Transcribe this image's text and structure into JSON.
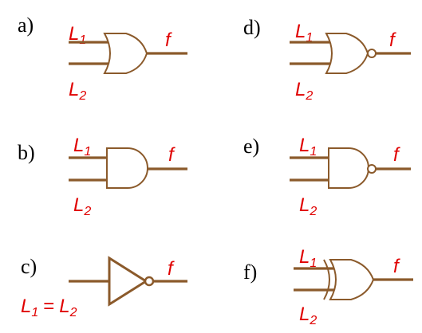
{
  "colors": {
    "wire": "#8B5A2B",
    "gate": "#8B5A2B",
    "signal_text": "#E00000",
    "label_text": "#000000"
  },
  "panels": {
    "a": {
      "label": "a)",
      "gate_type": "OR",
      "input1": {
        "base": "L",
        "sub": "1"
      },
      "input2": {
        "base": "L",
        "sub": "2"
      },
      "output": "f"
    },
    "b": {
      "label": "b)",
      "gate_type": "AND",
      "input1": {
        "base": "L",
        "sub": "1"
      },
      "input2": {
        "base": "L",
        "sub": "2"
      },
      "output": "f"
    },
    "c": {
      "label": "c)",
      "gate_type": "NOT",
      "equation": {
        "lhs_base": "L",
        "lhs_sub": "1",
        "op": "=",
        "rhs_base": "L",
        "rhs_sub": "2"
      },
      "output": "f"
    },
    "d": {
      "label": "d)",
      "gate_type": "NOR",
      "input1": {
        "base": "L",
        "sub": "1"
      },
      "input2": {
        "base": "L",
        "sub": "2"
      },
      "output": "f"
    },
    "e": {
      "label": "e)",
      "gate_type": "NAND",
      "input1": {
        "base": "L",
        "sub": "1"
      },
      "input2": {
        "base": "L",
        "sub": "2"
      },
      "output": "f"
    },
    "f": {
      "label": "f)",
      "gate_type": "XOR",
      "input1": {
        "base": "L",
        "sub": "1"
      },
      "input2": {
        "base": "L",
        "sub": "2"
      },
      "output": "f"
    }
  }
}
